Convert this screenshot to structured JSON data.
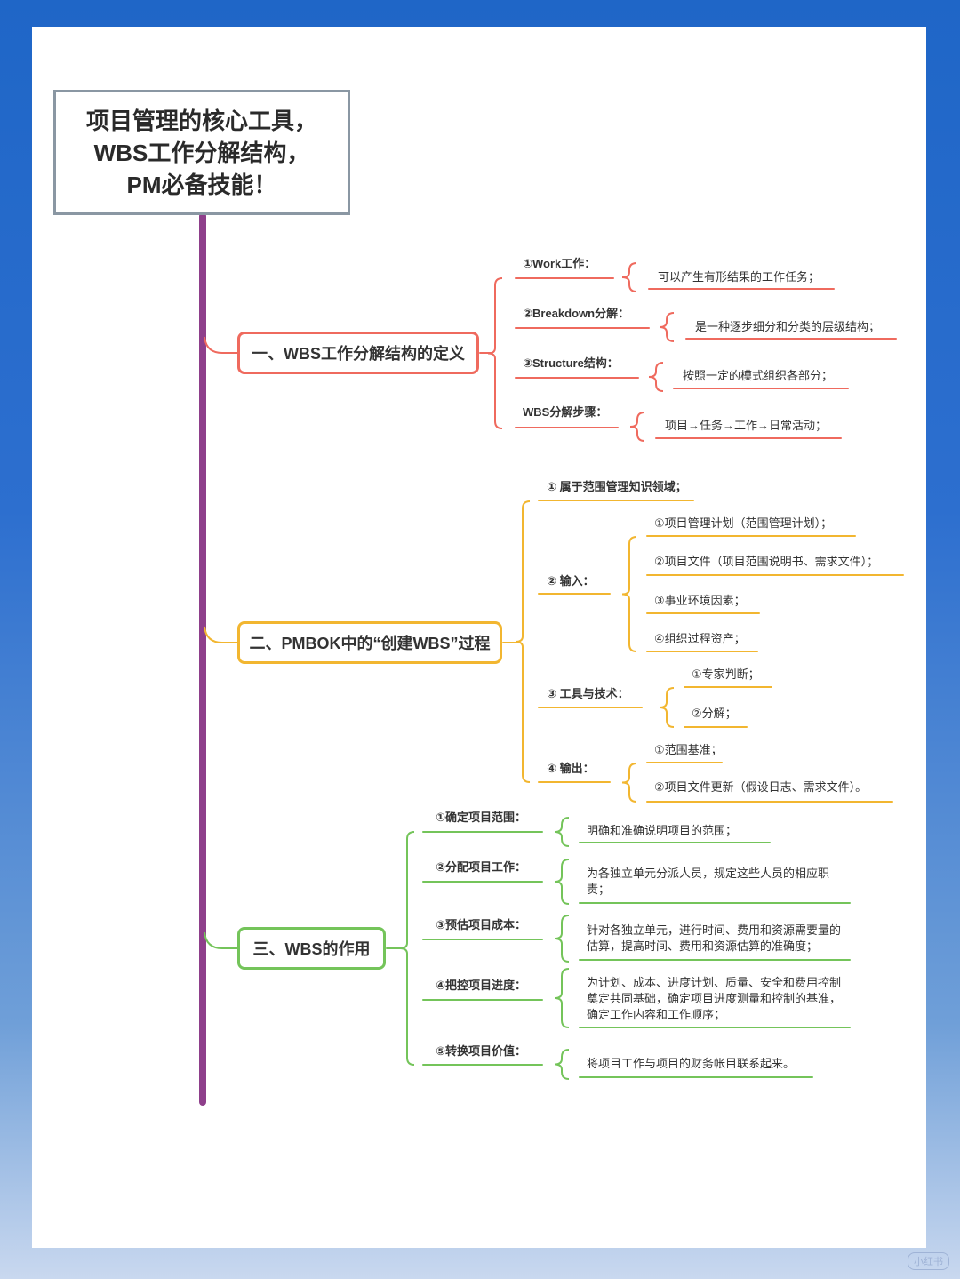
{
  "title": {
    "lines": [
      "项目管理的核心工具，",
      "WBS工作分解结构，",
      "PM必备技能！"
    ]
  },
  "colors": {
    "spine": "#8e3f8b",
    "section1": "#ef6a5e",
    "section2": "#f2b630",
    "section3": "#74c45a"
  },
  "sections": [
    {
      "label": "一、WBS工作分解结构的定义",
      "items": [
        {
          "label": "①Work工作：",
          "details": [
            "可以产生有形结果的工作任务；"
          ]
        },
        {
          "label": "②Breakdown分解：",
          "details": [
            "是一种逐步细分和分类的层级结构；"
          ]
        },
        {
          "label": "③Structure结构：",
          "details": [
            "按照一定的模式组织各部分；"
          ]
        },
        {
          "label": "WBS分解步骤：",
          "details": [
            "项目→任务→工作→日常活动；"
          ]
        }
      ]
    },
    {
      "label": "二、PMBOK中的“创建WBS”过程",
      "items": [
        {
          "label": "① 属于范围管理知识领域；",
          "details": []
        },
        {
          "label": "② 输入：",
          "details": [
            "①项目管理计划（范围管理计划）；",
            "②项目文件（项目范围说明书、需求文件）；",
            "③事业环境因素；",
            "④组织过程资产；"
          ]
        },
        {
          "label": "③ 工具与技术：",
          "details": [
            "①专家判断；",
            "②分解；"
          ]
        },
        {
          "label": "④ 输出：",
          "details": [
            "①范围基准；",
            "②项目文件更新（假设日志、需求文件）。"
          ]
        }
      ]
    },
    {
      "label": "三、WBS的作用",
      "items": [
        {
          "label": "①确定项目范围：",
          "details": [
            "明确和准确说明项目的范围；"
          ]
        },
        {
          "label": "②分配项目工作：",
          "details": [
            "为各独立单元分派人员，规定这些人员的相应职责；"
          ]
        },
        {
          "label": "③预估项目成本：",
          "details": [
            "针对各独立单元，进行时间、费用和资源需要量的估算，提高时间、费用和资源估算的准确度；"
          ]
        },
        {
          "label": "④把控项目进度：",
          "details": [
            "为计划、成本、进度计划、质量、安全和费用控制奠定共同基础，确定项目进度测量和控制的基准，确定工作内容和工作顺序；"
          ]
        },
        {
          "label": "⑤转换项目价值：",
          "details": [
            "将项目工作与项目的财务帐目联系起来。"
          ]
        }
      ]
    }
  ],
  "watermark": "小红书"
}
